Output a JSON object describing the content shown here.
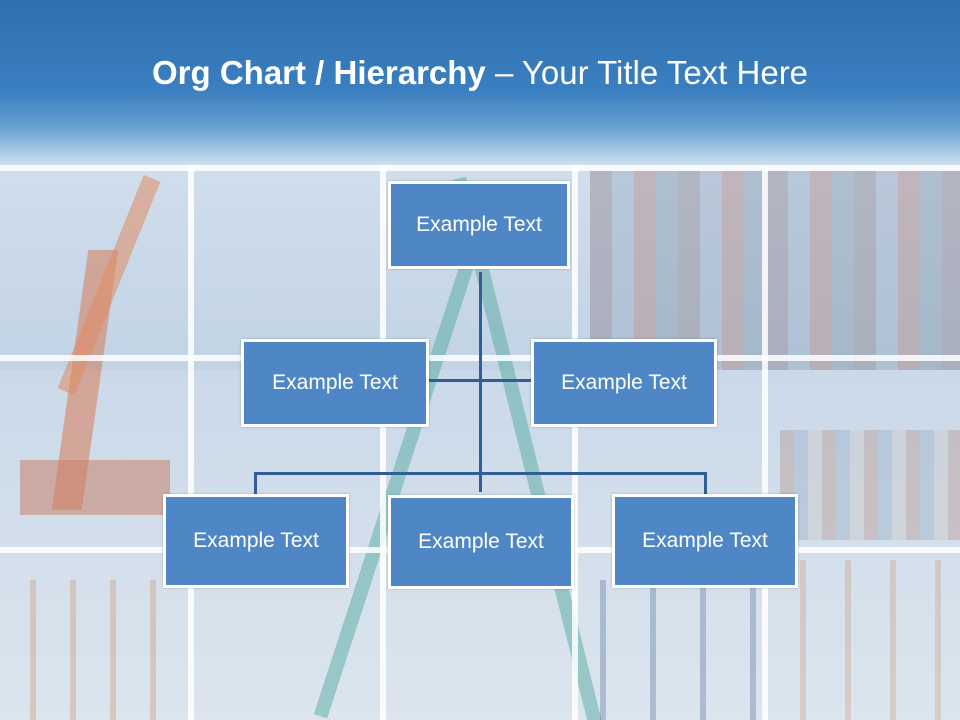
{
  "title": {
    "bold": "Org Chart / Hierarchy",
    "dash": " – ",
    "rest": "Your Title Text Here"
  },
  "colors": {
    "header": "#3a7fc0",
    "box_fill": "#4f87c6",
    "connector": "#2f5f96"
  },
  "org_chart": {
    "root": {
      "label": "Example Text"
    },
    "assistants": [
      {
        "label": "Example Text"
      },
      {
        "label": "Example Text"
      }
    ],
    "children": [
      {
        "label": "Example Text"
      },
      {
        "label": "Example Text"
      },
      {
        "label": "Example Text"
      }
    ]
  }
}
